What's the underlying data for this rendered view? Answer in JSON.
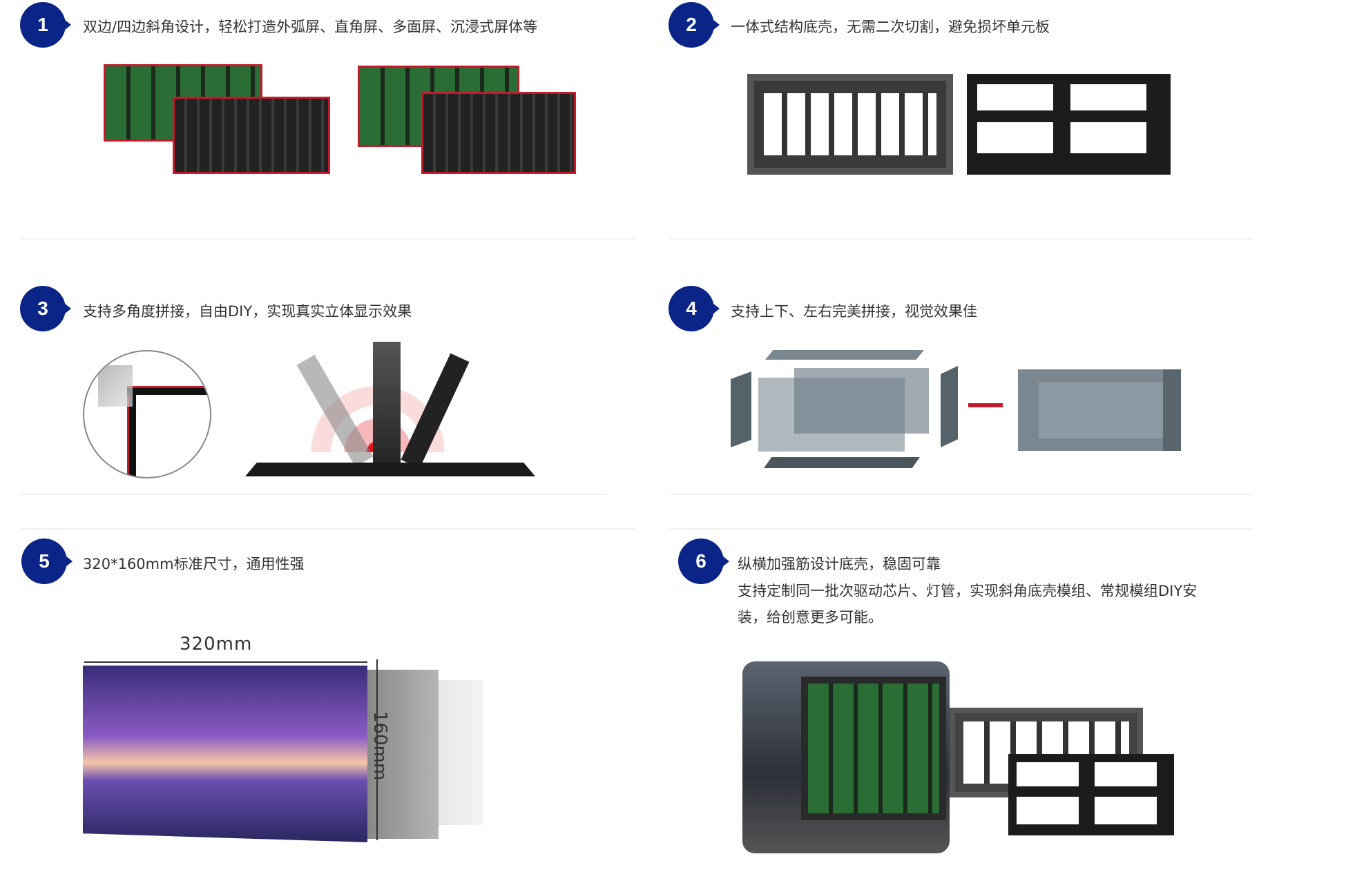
{
  "features": [
    {
      "num": "1",
      "lines": [
        "双边/四边斜角设计，轻松打造外弧屏、直角屏、多面屏、沉浸式屏体等"
      ]
    },
    {
      "num": "2",
      "lines": [
        "一体式结构底壳，无需二次切割，避免损坏单元板"
      ]
    },
    {
      "num": "3",
      "lines": [
        "支持多角度拼接，自由DIY，实现真实立体显示效果"
      ]
    },
    {
      "num": "4",
      "lines": [
        "支持上下、左右完美拼接，视觉效果佳"
      ]
    },
    {
      "num": "5",
      "lines": [
        "320*160mm标准尺寸，通用性强"
      ]
    },
    {
      "num": "6",
      "lines": [
        "纵横加强筋设计底壳，稳固可靠",
        "支持定制同一批次驱动芯片、灯管，实现斜角底壳模组、常规模组DIY安",
        "装，给创意更多可能。"
      ]
    }
  ],
  "dimensions": {
    "width_label": "320mm",
    "height_label": "160mm"
  },
  "colors": {
    "badge": "#0b2487",
    "accent_red": "#c21c2c"
  }
}
